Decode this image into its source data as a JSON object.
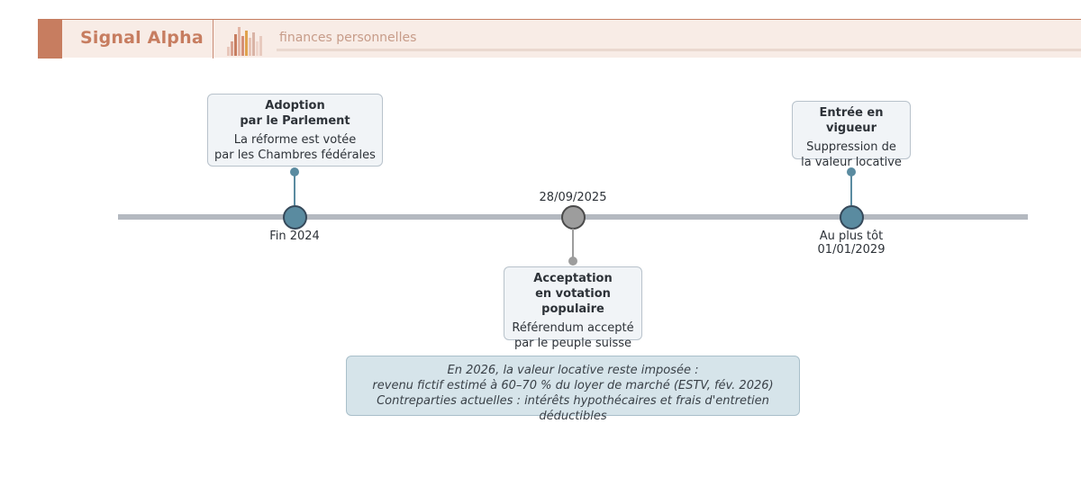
{
  "header": {
    "brand": "Signal Alpha",
    "subtitle": "finances personnelles"
  },
  "timeline": {
    "events": [
      {
        "date": "Fin 2024",
        "title_line1": "Adoption",
        "title_line2": "par le Parlement",
        "desc_line1": "La réforme est votée",
        "desc_line2": "par les Chambres fédérales"
      },
      {
        "date": "28/09/2025",
        "title_line1": "Acceptation",
        "title_line2": "en votation populaire",
        "desc_line1": "Référendum accepté",
        "desc_line2": "par le peuple suisse"
      },
      {
        "date_line1": "Au plus tôt",
        "date_line2": "01/01/2029",
        "title_line1": "Entrée en vigueur",
        "desc_line1": "Suppression de",
        "desc_line2": "la valeur locative"
      }
    ]
  },
  "note": {
    "line1": "En 2026, la valeur locative reste imposée :",
    "line2": "revenu fictif estimé à 60–70 % du loyer de marché (ESTV, fév. 2026)",
    "line3": "Contreparties actuelles : intérêts hypothécaires et frais d'entretien déductibles"
  },
  "colors": {
    "brand": "#c77d60",
    "node_blue": "#5a8ba0",
    "node_grey": "#9d9d9d",
    "axis": "#b4b9c0",
    "note_bg": "#d6e4ea"
  }
}
